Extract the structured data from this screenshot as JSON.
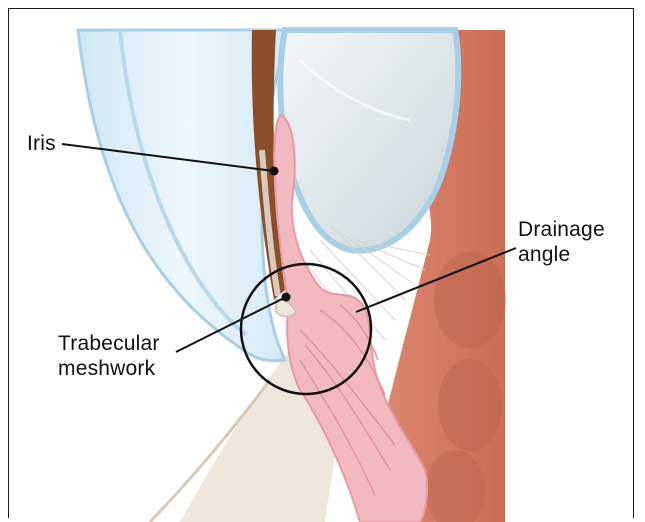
{
  "labels": {
    "iris": "Iris",
    "drainage_angle": [
      "Drainage",
      "angle"
    ],
    "trabecular_meshwork": [
      "Trabecular",
      "meshwork"
    ]
  },
  "colors": {
    "cornea": "#dbeef8",
    "cornea_edge": "#a9cfe6",
    "lens": "#e7eef2",
    "choroid": "#d9826a",
    "iris_tissue": "#f3b9c1",
    "sclera": "#f2ebe4",
    "iris_pigment": "#8a4f2a",
    "leader_line": "#111111"
  }
}
